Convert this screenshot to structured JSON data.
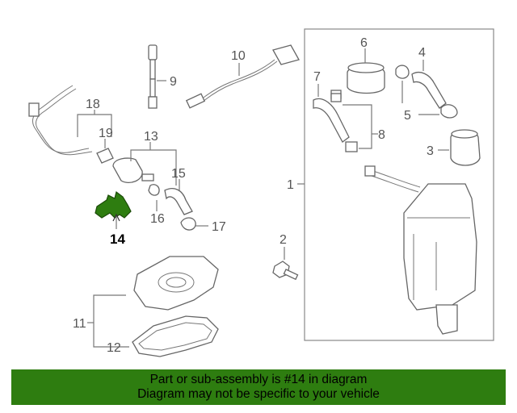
{
  "diagram": {
    "callouts": [
      "1",
      "2",
      "3",
      "4",
      "5",
      "6",
      "7",
      "8",
      "9",
      "10",
      "11",
      "12",
      "13",
      "14",
      "15",
      "16",
      "17",
      "18",
      "19"
    ],
    "highlighted_part": "14",
    "highlight_color": "#2e7d10"
  },
  "banner": {
    "line1": "Part or sub-assembly is #14 in diagram",
    "line2": "Diagram may not be specific to your vehicle",
    "color": "#2e7d10"
  }
}
